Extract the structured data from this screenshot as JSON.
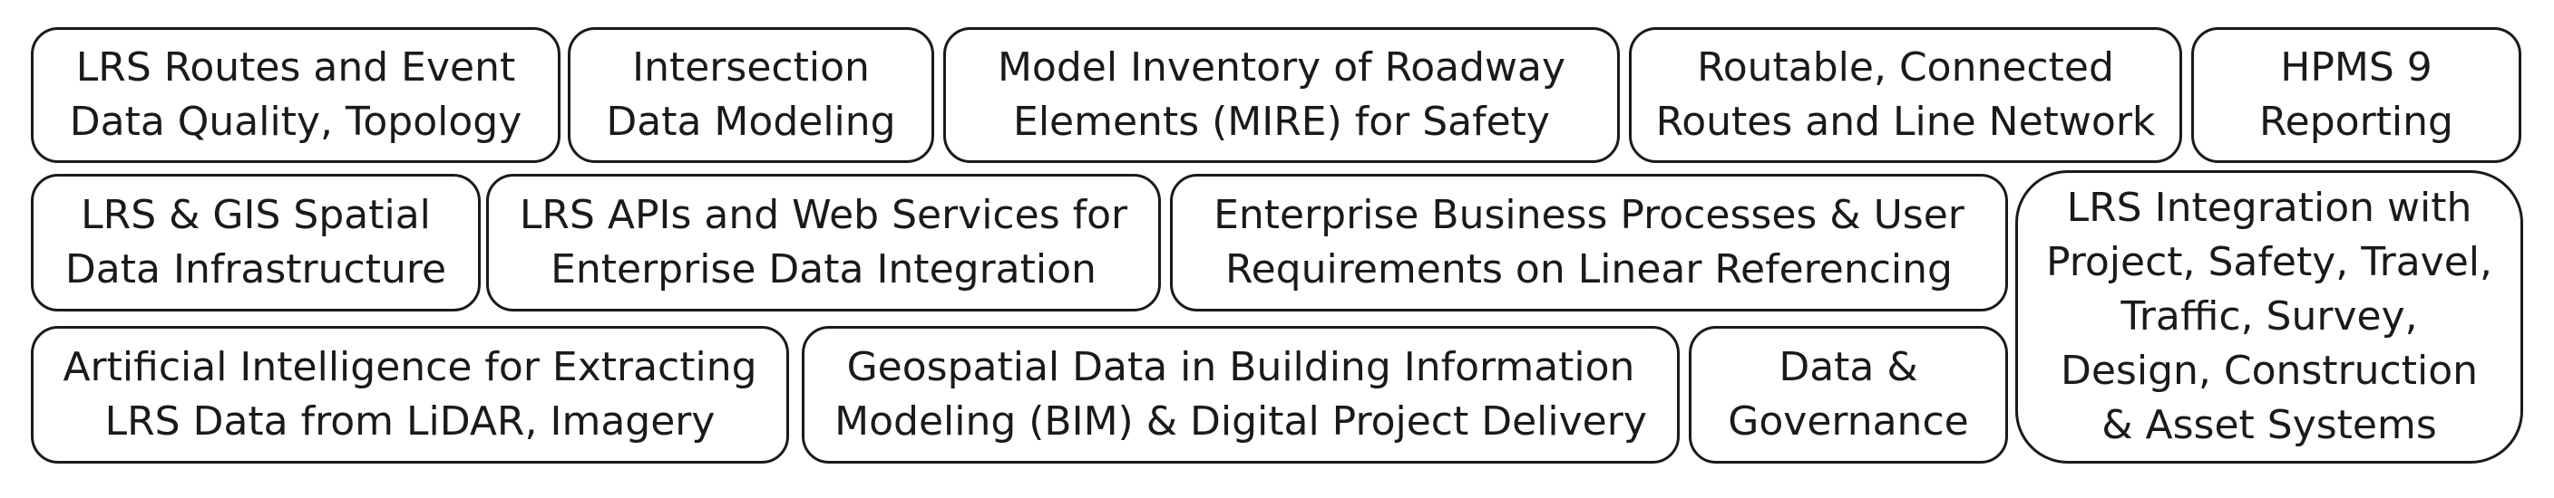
{
  "boxes": [
    {
      "lines": [
        "LRS Routes and Event",
        "Data Quality, Topology"
      ]
    },
    {
      "lines": [
        "Intersection",
        "Data Modeling"
      ]
    },
    {
      "lines": [
        "Model Inventory of Roadway",
        "Elements (MIRE) for Safety"
      ]
    },
    {
      "lines": [
        "Routable, Connected",
        "Routes and Line Network"
      ]
    },
    {
      "lines": [
        "HPMS 9",
        "Reporting"
      ]
    },
    {
      "lines": [
        "LRS & GIS Spatial",
        "Data Infrastructure"
      ]
    },
    {
      "lines": [
        "LRS APIs and Web Services for",
        "Enterprise Data Integration"
      ]
    },
    {
      "lines": [
        "Enterprise Business Processes & User",
        "Requirements on Linear Referencing"
      ]
    },
    {
      "lines": [
        "LRS Integration with",
        "Project, Safety, Travel,",
        "Traffic, Survey,",
        "Design, Construction",
        "& Asset Systems"
      ]
    },
    {
      "lines": [
        "Artificial Intelligence for Extracting",
        "LRS Data from LiDAR, Imagery"
      ]
    },
    {
      "lines": [
        "Geospatial Data in Building Information",
        "Modeling (BIM) & Digital Project Delivery"
      ]
    },
    {
      "lines": [
        "Data &",
        "Governance"
      ]
    }
  ]
}
